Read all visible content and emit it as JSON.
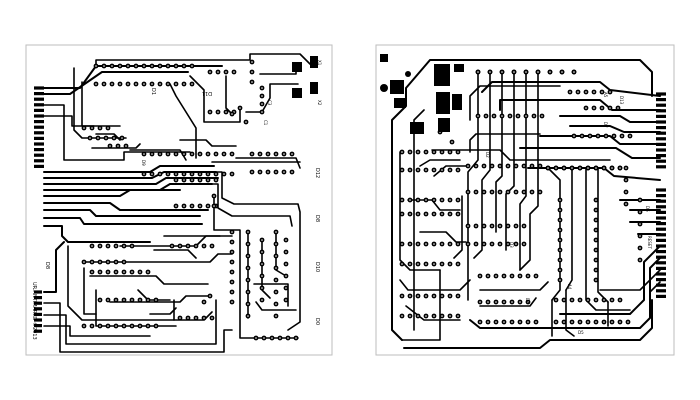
{
  "left_board": {
    "credit": "UR.ANTIMARKO ©2013",
    "labels": {
      "d1": "D1",
      "d11": "D11",
      "c3": "C3",
      "c1": "C1",
      "d12": "D12",
      "d8": "D8",
      "d9": "D9",
      "d10": "D10",
      "d0": "D0",
      "x1": "X1",
      "x2": "X2",
      "edge": "D8"
    }
  },
  "right_board": {
    "labels": {
      "d2": "D2",
      "d3": "D3",
      "d4": "D4",
      "a5": "A5",
      "a4": "A4",
      "d6": "D6",
      "d7": "D7",
      "d5": "D5",
      "reset": "RESET",
      "d13": "D13"
    }
  }
}
